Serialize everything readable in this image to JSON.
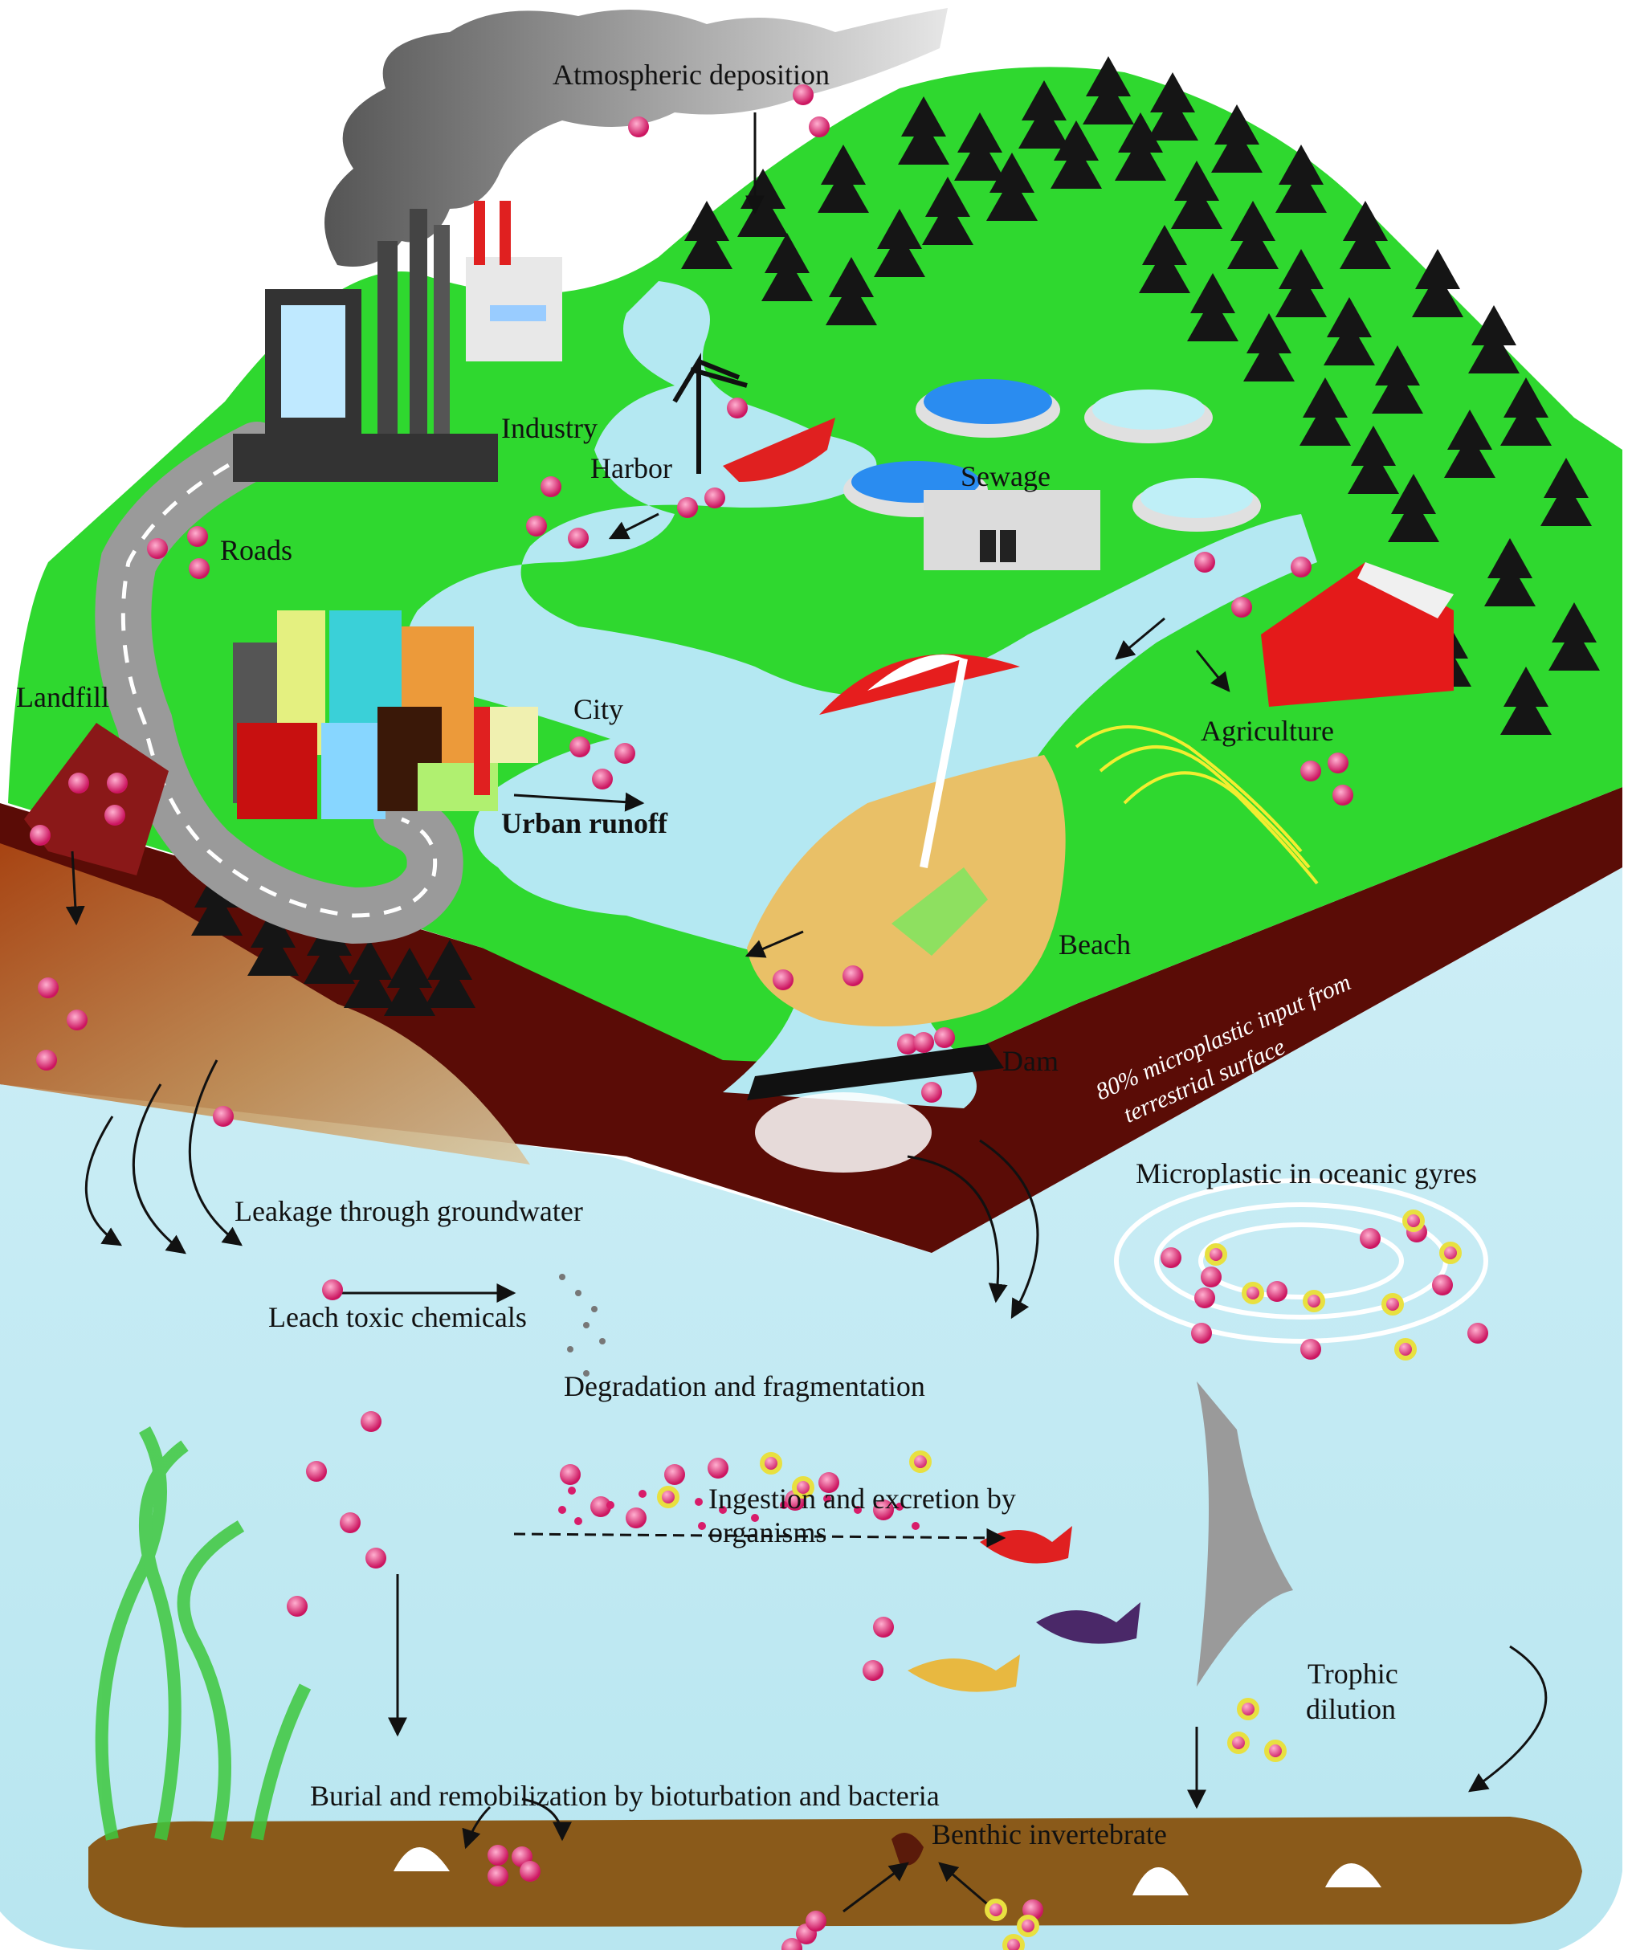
{
  "labels": {
    "atmospheric": "Atmospheric deposition",
    "industry": "Industry",
    "harbor": "Harbor",
    "sewage": "Sewage",
    "roads": "Roads",
    "landfill": "Landfill",
    "city": "City",
    "urban_runoff": "Urban runoff",
    "agriculture": "Agriculture",
    "beach": "Beach",
    "dam": "Dam",
    "terrestrial_1": "80% microplastic input from",
    "terrestrial_2": "terrestrial surface",
    "gyres": "Microplastic in oceanic gyres",
    "groundwater": "Leakage through groundwater",
    "leach": "Leach toxic chemicals",
    "degradation": "Degradation and fragmentation",
    "ingestion_1": "Ingestion and excretion by",
    "ingestion_2": "organisms",
    "trophic_1": "Trophic",
    "trophic_2": "dilution",
    "burial": "Burial and remobilization by bioturbation and bacteria",
    "benthic": "Benthic invertebrate"
  },
  "colors": {
    "grass": "#2fd82f",
    "forest_dark": "#1a1a1a",
    "soil": "#5a0c06",
    "river": "#b4e8f2",
    "ocean": "#c5ecf4",
    "sediment": "#8a5a1a",
    "particle": "#d81c6a",
    "particle_halo": "#e8e040",
    "smoke": "#6e6e6e",
    "barn": "#e41a1a",
    "sand": "#e9c067"
  },
  "icons": [
    "factory-icon",
    "smokestack-icon",
    "crane-icon",
    "ship-icon",
    "sewage-tank-icon",
    "barn-icon",
    "umbrella-icon",
    "deck-chair-icon",
    "dam-icon",
    "fish-icon",
    "seaweed-icon",
    "shell-icon",
    "bird-icon",
    "tree-icon"
  ]
}
